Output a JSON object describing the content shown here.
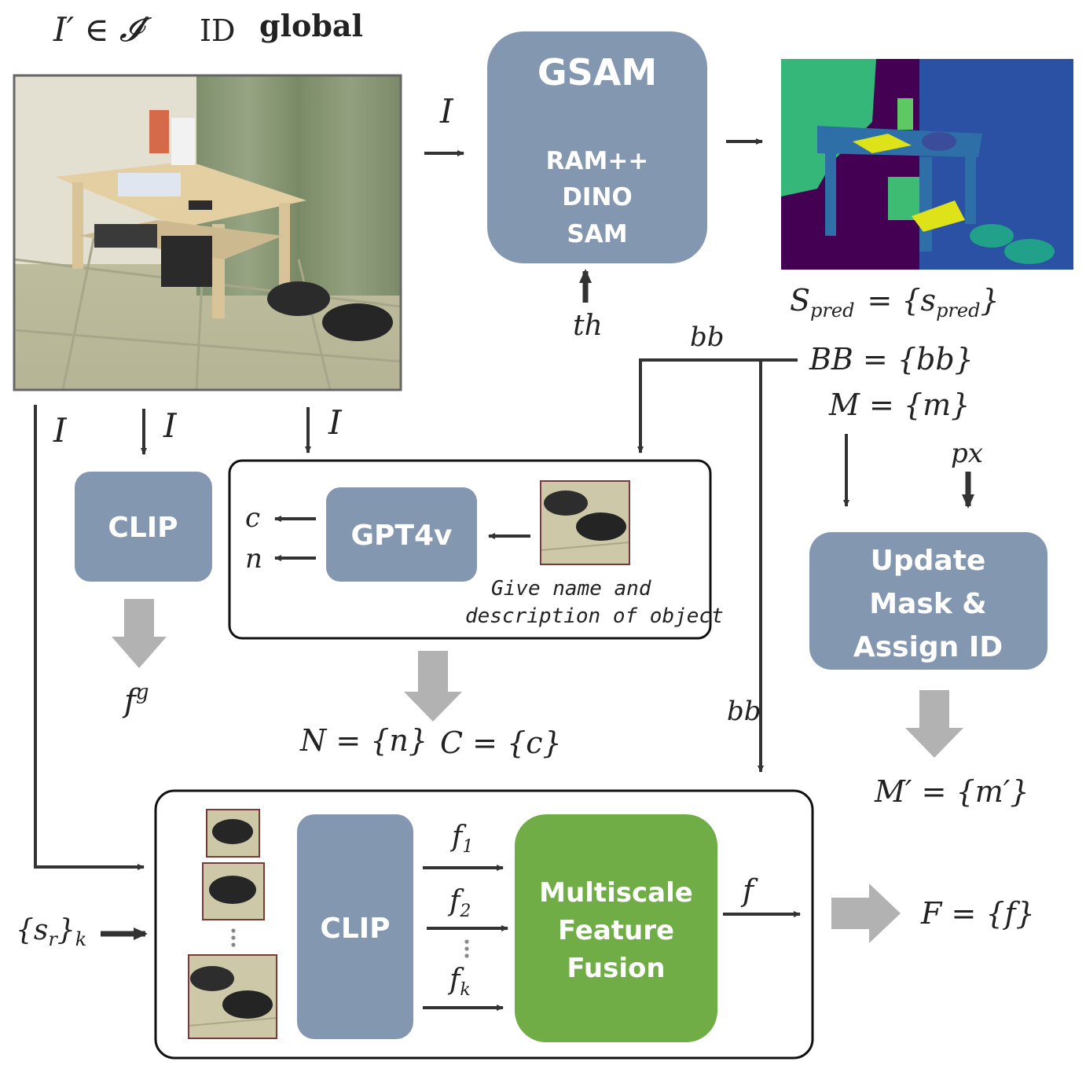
{
  "colors": {
    "module": "#8497b0",
    "fusion": "#70ad47",
    "arrow": "#333333",
    "big_arrow": "#b2b2b2"
  },
  "header": {
    "input_set": "I′ ∈ 𝓘′",
    "id_label": "ID",
    "global_label": "global"
  },
  "gsam": {
    "title": "GSAM",
    "components": [
      "RAM++",
      "DINO",
      "SAM"
    ],
    "input_label": "I",
    "threshold_label": "th"
  },
  "gsam_outputs": {
    "spred": "S",
    "spred_sub": "pred",
    "spred_rhs": "= {s",
    "spred_rhs_sub": "pred",
    "spred_close": "}",
    "bb": "BB = {bb}",
    "mask": "M = {m}"
  },
  "bb_labels": {
    "top": "bb",
    "right": "bb"
  },
  "global_branch": {
    "input_label": "I",
    "input_label_left": "I",
    "module": "CLIP",
    "output": "f",
    "output_sup": "g"
  },
  "gpt_branch": {
    "input_label": "I",
    "module": "GPT4v",
    "out_c": "c",
    "out_n": "n",
    "prompt_line1": "Give name and",
    "prompt_line2": "description of object",
    "result_n": "N = {n}",
    "result_c": "C = {c}"
  },
  "update_branch": {
    "px_label": "px",
    "module_lines": [
      "Update",
      "Mask &",
      "Assign ID"
    ],
    "output": "M′ = {m′}"
  },
  "feature_branch": {
    "input_label": "{s",
    "input_sub": "r",
    "input_close": "}",
    "input_k": "k",
    "module": "CLIP",
    "features": [
      {
        "f": "f",
        "sub": "1"
      },
      {
        "f": "f",
        "sub": "2"
      },
      {
        "f": "f",
        "sub": "k"
      }
    ],
    "fusion_lines": [
      "Multiscale",
      "Feature",
      "Fusion"
    ],
    "fused": "f",
    "output": "F = {f}"
  }
}
